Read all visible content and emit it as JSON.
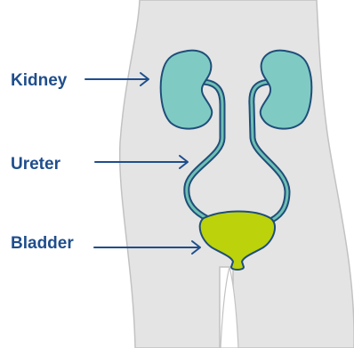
{
  "labels": {
    "kidney": "Kidney",
    "ureter": "Ureter",
    "bladder": "Bladder"
  },
  "colors": {
    "background": "#ffffff",
    "body": "#e4e4e4",
    "body_outline": "#c2c2c2",
    "kidney_fill": "#7fcbc4",
    "outline": "#1f4e79",
    "ureter_fill": "#6fbfb4",
    "bladder_fill": "#bcd20a",
    "label_text": "#1f4e8c",
    "arrow": "#1f4e8c"
  },
  "icons": {
    "body": "torso-silhouette",
    "kidney": "kidney-shape",
    "bladder": "bladder-shape"
  }
}
